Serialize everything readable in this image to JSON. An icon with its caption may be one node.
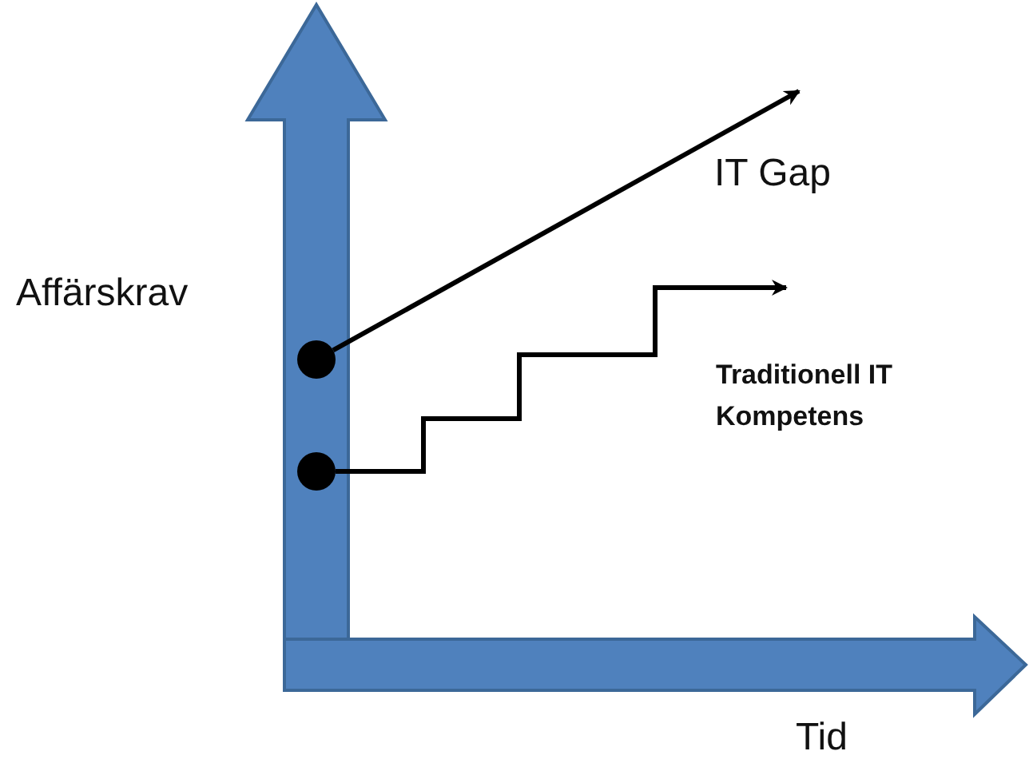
{
  "diagram": {
    "nodes": [
      {
        "text": [],
        "shape": "circle"
      },
      {
        "text": [],
        "shape": "circle"
      }
    ],
    "edges": [
      {
        "from": 0,
        "to": null,
        "arrow": "to",
        "label": "IT Gap"
      },
      {
        "from": 1,
        "to": null,
        "arrow": "to",
        "label": "Traditionell IT Kompetens"
      }
    ],
    "labels": [
      "Affärskrav",
      "Tid"
    ]
  }
}
